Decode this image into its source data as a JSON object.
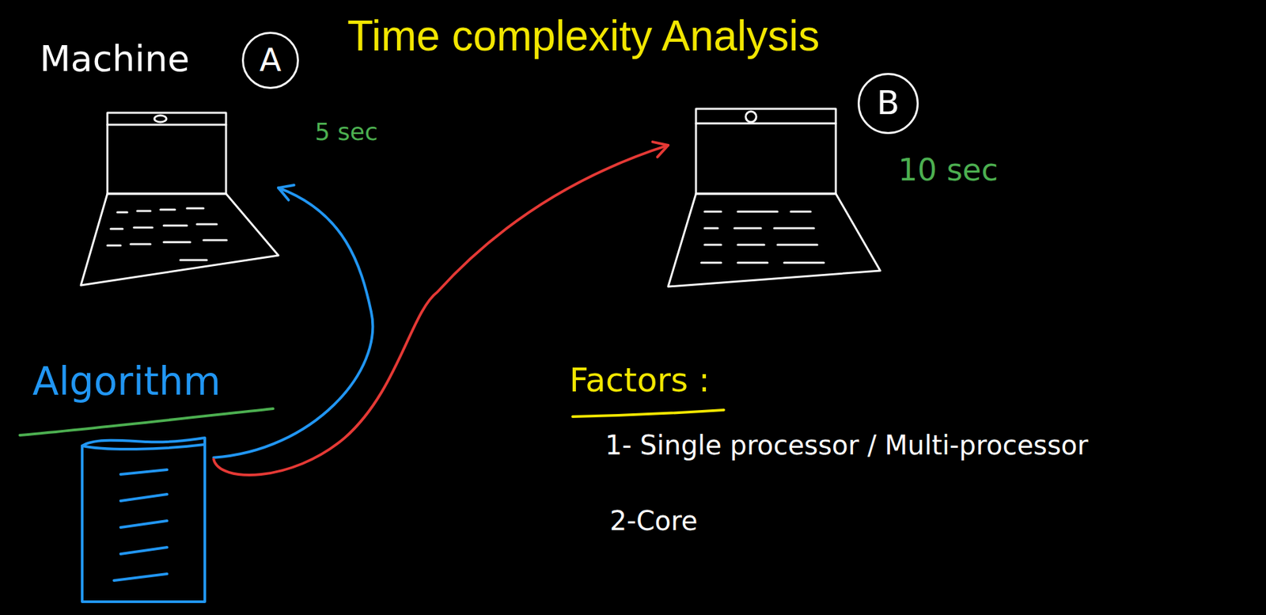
{
  "diagram": {
    "title": "Time complexity Analysis",
    "nodes": [
      {
        "text": [
          "Machine",
          "A"
        ]
      },
      {
        "text": [
          "B"
        ]
      },
      {
        "text": [
          "Algorithm"
        ]
      }
    ],
    "edges": [
      {
        "from": 2,
        "to": 0,
        "arrow": "to"
      },
      {
        "from": 2,
        "to": 1,
        "arrow": "to"
      }
    ],
    "labels": [
      "5 sec",
      "10 sec",
      "Factors :",
      "1- Single processor / Multi-processor",
      "2-Core"
    ]
  }
}
